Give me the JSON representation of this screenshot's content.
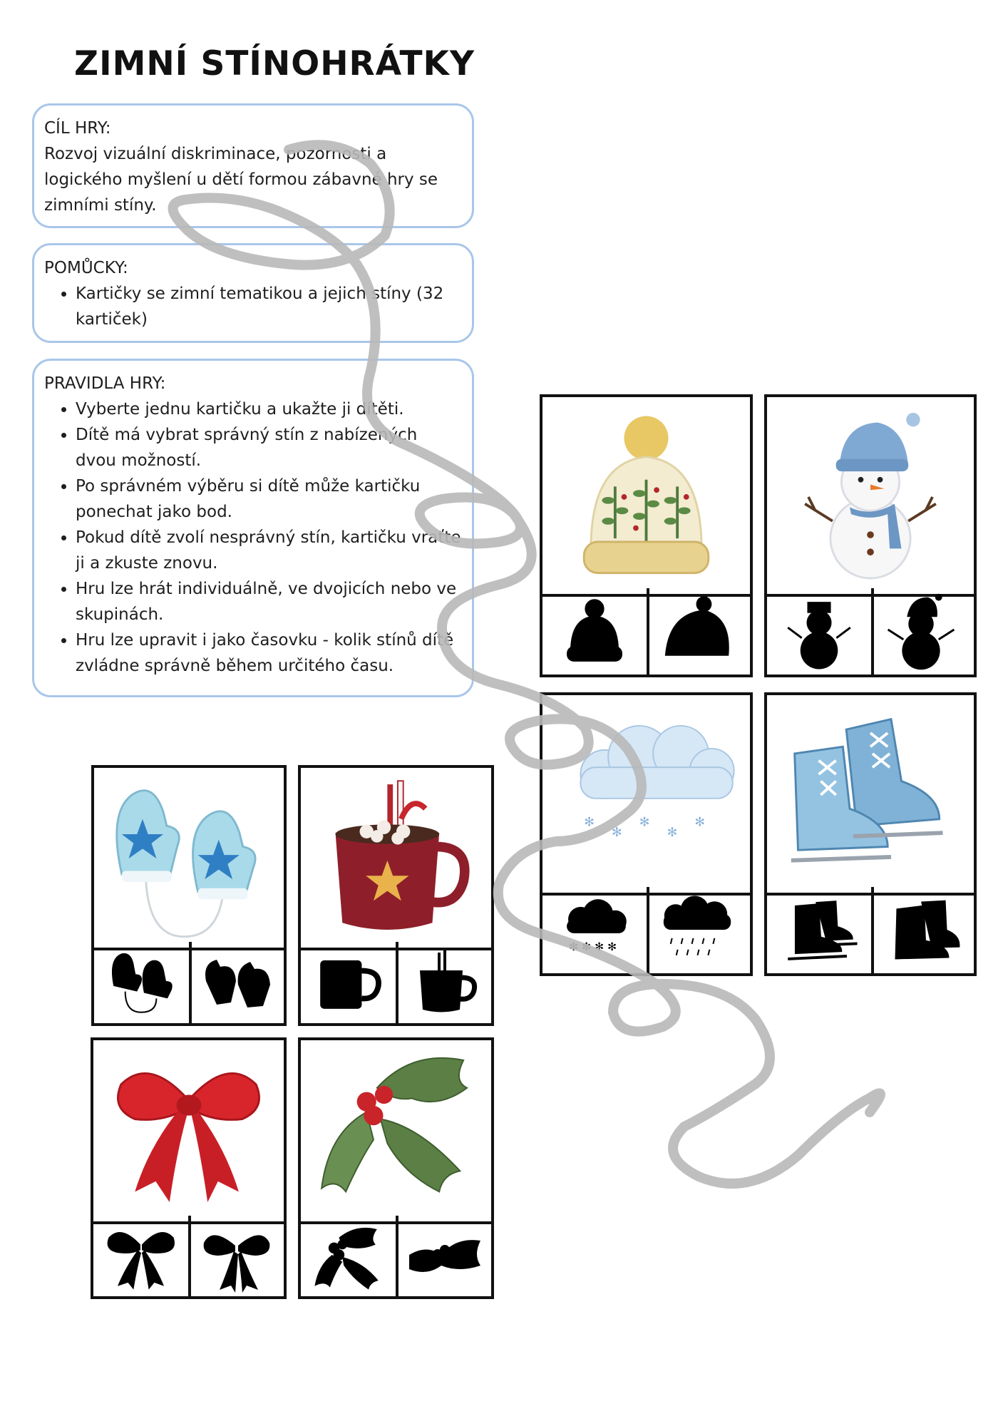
{
  "title": "ZIMNÍ STÍNOHRÁTKY",
  "goal": {
    "heading": "CÍL HRY:",
    "text": "Rozvoj vizuální diskriminace, pozornosti a logického myšlení u dětí formou zábavné hry se zimními stíny."
  },
  "tools": {
    "heading": "POMŮCKY:",
    "items": [
      "Kartičky se zimní tematikou a jejich stíny (32 kartiček)"
    ]
  },
  "rules": {
    "heading": "PRAVIDLA HRY:",
    "items": [
      "Vyberte jednu kartičku a ukažte ji dítěti.",
      "Dítě má vybrat správný stín z nabízených dvou možností.",
      "Po správném výběru si dítě může kartičku ponechat jako bod.",
      "Pokud dítě zvolí nesprávný stín, kartičku vraťte ji a zkuste znovu.",
      "Hru lze hrát individuálně, ve dvojicích nebo ve skupinách.",
      "Hru lze upravit i jako časovku - kolik stínů dítě zvládne správně během určitého času."
    ]
  },
  "cards": [
    {
      "name": "winter-hat",
      "icon": "hat-icon"
    },
    {
      "name": "snowman",
      "icon": "snowman-icon"
    },
    {
      "name": "snow-cloud",
      "icon": "cloud-icon"
    },
    {
      "name": "ice-skates",
      "icon": "skates-icon"
    },
    {
      "name": "mittens",
      "icon": "mittens-icon"
    },
    {
      "name": "hot-cocoa",
      "icon": "mug-icon"
    },
    {
      "name": "red-bow",
      "icon": "bow-icon"
    },
    {
      "name": "holly",
      "icon": "holly-icon"
    }
  ],
  "colors": {
    "box_border": "#a9c6ea",
    "swirl": "#b8b8b8",
    "hat_yellow": "#e8d28f",
    "snow_blue": "#7fa9d3",
    "mitten_blue": "#a9daea",
    "mug_red": "#8e1f2a",
    "bow_red": "#d8252c",
    "holly_green": "#5b7f45"
  }
}
